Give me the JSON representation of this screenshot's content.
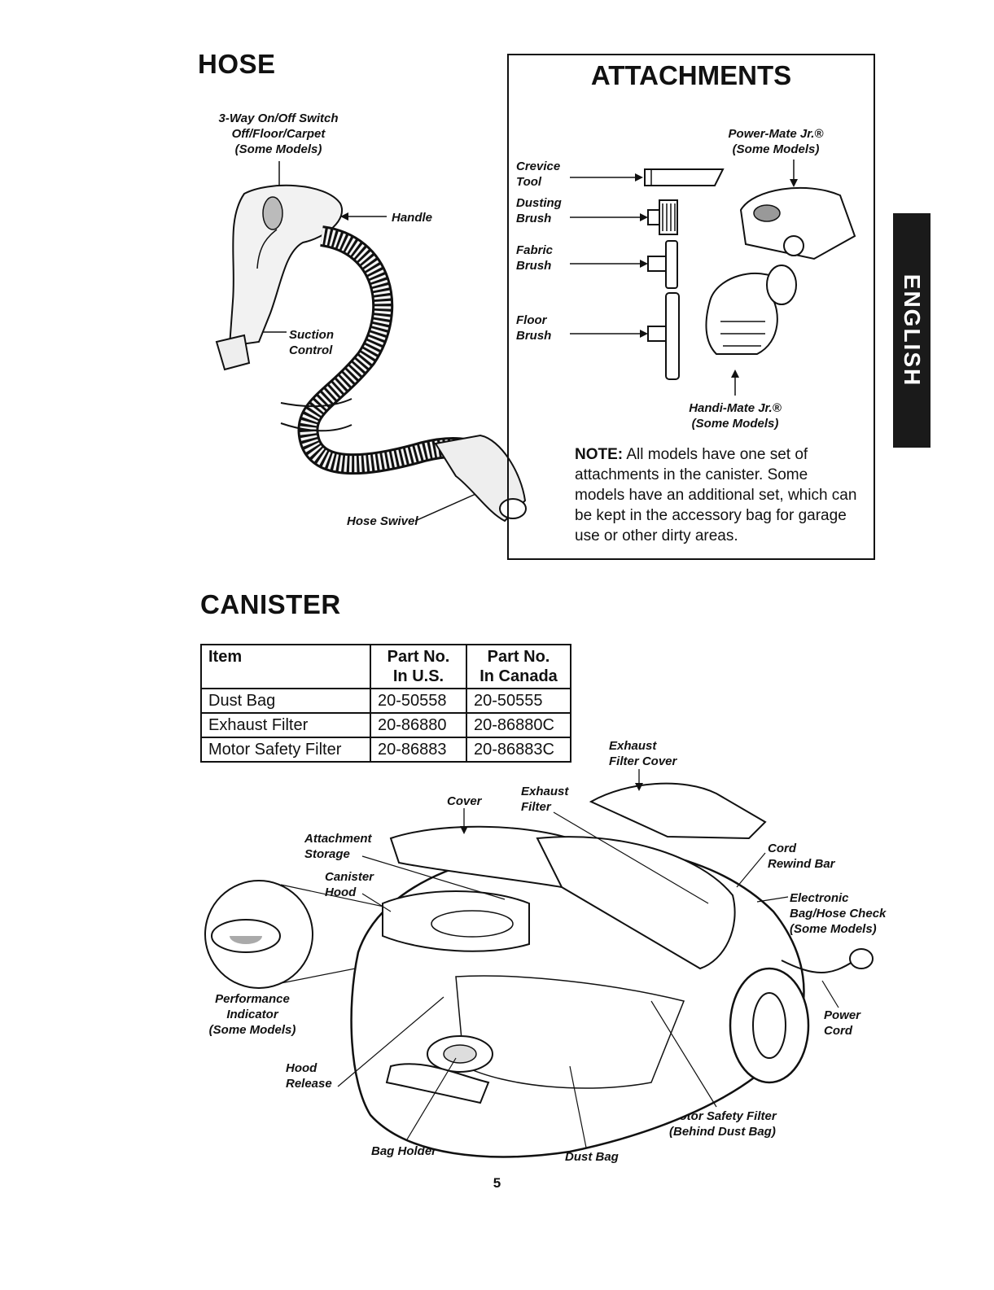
{
  "hose": {
    "title": "HOSE",
    "switch_label": [
      "3-Way On/Off Switch",
      "Off/Floor/Carpet",
      "(Some Models)"
    ],
    "handle_label": "Handle",
    "suction_label": [
      "Suction",
      "Control"
    ],
    "swivel_label": "Hose Swivel"
  },
  "attachments": {
    "title": "ATTACHMENTS",
    "crevice": [
      "Crevice",
      "Tool"
    ],
    "dusting": [
      "Dusting",
      "Brush"
    ],
    "fabric": [
      "Fabric",
      "Brush"
    ],
    "floor": [
      "Floor",
      "Brush"
    ],
    "powermate": [
      "Power-Mate Jr.®",
      "(Some Models)"
    ],
    "handimate": [
      "Handi-Mate Jr.®",
      "(Some Models)"
    ],
    "note_label": "NOTE:",
    "note_text": "All models have one set of attachments in the canister. Some models have an additional set, which can be kept in the accessory bag for garage use or other dirty areas."
  },
  "side_tab": "ENGLISH",
  "canister": {
    "title": "CANISTER",
    "table": {
      "headers": [
        [
          "Item",
          ""
        ],
        [
          "Part No.",
          "In U.S."
        ],
        [
          "Part No.",
          "In Canada"
        ]
      ],
      "rows": [
        [
          "Dust Bag",
          "20-50558",
          "20-50555"
        ],
        [
          "Exhaust Filter",
          "20-86880",
          "20-86880C"
        ],
        [
          "Motor Safety Filter",
          "20-86883",
          "20-86883C"
        ]
      ]
    },
    "labels": {
      "exhaust_filter_cover": [
        "Exhaust",
        "Filter Cover"
      ],
      "cover": "Cover",
      "exhaust_filter": [
        "Exhaust",
        "Filter"
      ],
      "attachment_storage": [
        "Attachment",
        "Storage"
      ],
      "canister_hood": [
        "Canister",
        "Hood"
      ],
      "cord_rewind": [
        "Cord",
        "Rewind Bar"
      ],
      "electronic_check": [
        "Electronic",
        "Bag/Hose Check",
        "(Some Models)"
      ],
      "performance": [
        "Performance",
        "Indicator",
        "(Some Models)"
      ],
      "power_cord": [
        "Power",
        "Cord"
      ],
      "hood_release": [
        "Hood",
        "Release"
      ],
      "motor_filter": [
        "Motor Safety Filter",
        "(Behind Dust Bag)"
      ],
      "bag_holder": "Bag Holder",
      "dust_bag": "Dust Bag"
    }
  },
  "page_number": "5"
}
